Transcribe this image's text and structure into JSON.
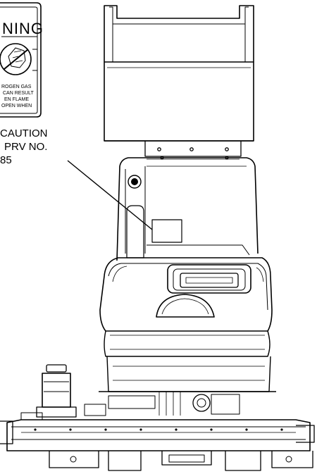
{
  "warning_decal": {
    "heading": "NING",
    "lines": [
      "ROGEN GAS",
      "CAN RESULT",
      "EN FLAME",
      "OPEN WHEN"
    ]
  },
  "callout": {
    "lines": [
      "CAUTION",
      "PRV NO.",
      "85"
    ]
  },
  "colors": {
    "line": "#000000",
    "background": "#ffffff"
  }
}
